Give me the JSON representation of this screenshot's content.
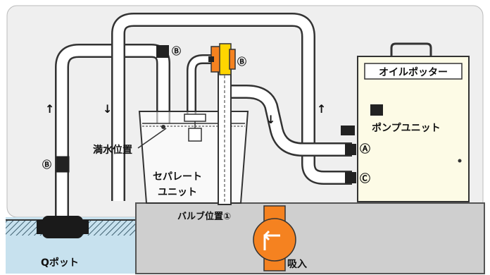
{
  "labels": {
    "oil_potter": "オイルポッター",
    "pump_unit": "ポンプユニット",
    "full_water": "満水位置",
    "separate_line1": "セパレート",
    "separate_line2": "ユニット",
    "valve_position": "バルブ位置①",
    "q_pot": "Qポット",
    "suction": "吸入"
  },
  "markers": {
    "b": "Ⓑ",
    "a": "Ⓐ",
    "c": "Ⓒ"
  },
  "arrows": {
    "up": "↑",
    "down": "↓"
  },
  "colors": {
    "background_top": "#eeeeee",
    "ground": "#cfcfcf",
    "water": "#c7e1ee",
    "pipe_fill": "#ffffff",
    "pipe_stroke": "#333333",
    "oil_potter_body": "#fdfbe6",
    "valve_orange": "#f58220",
    "valve_highlight": "#ffd500"
  }
}
